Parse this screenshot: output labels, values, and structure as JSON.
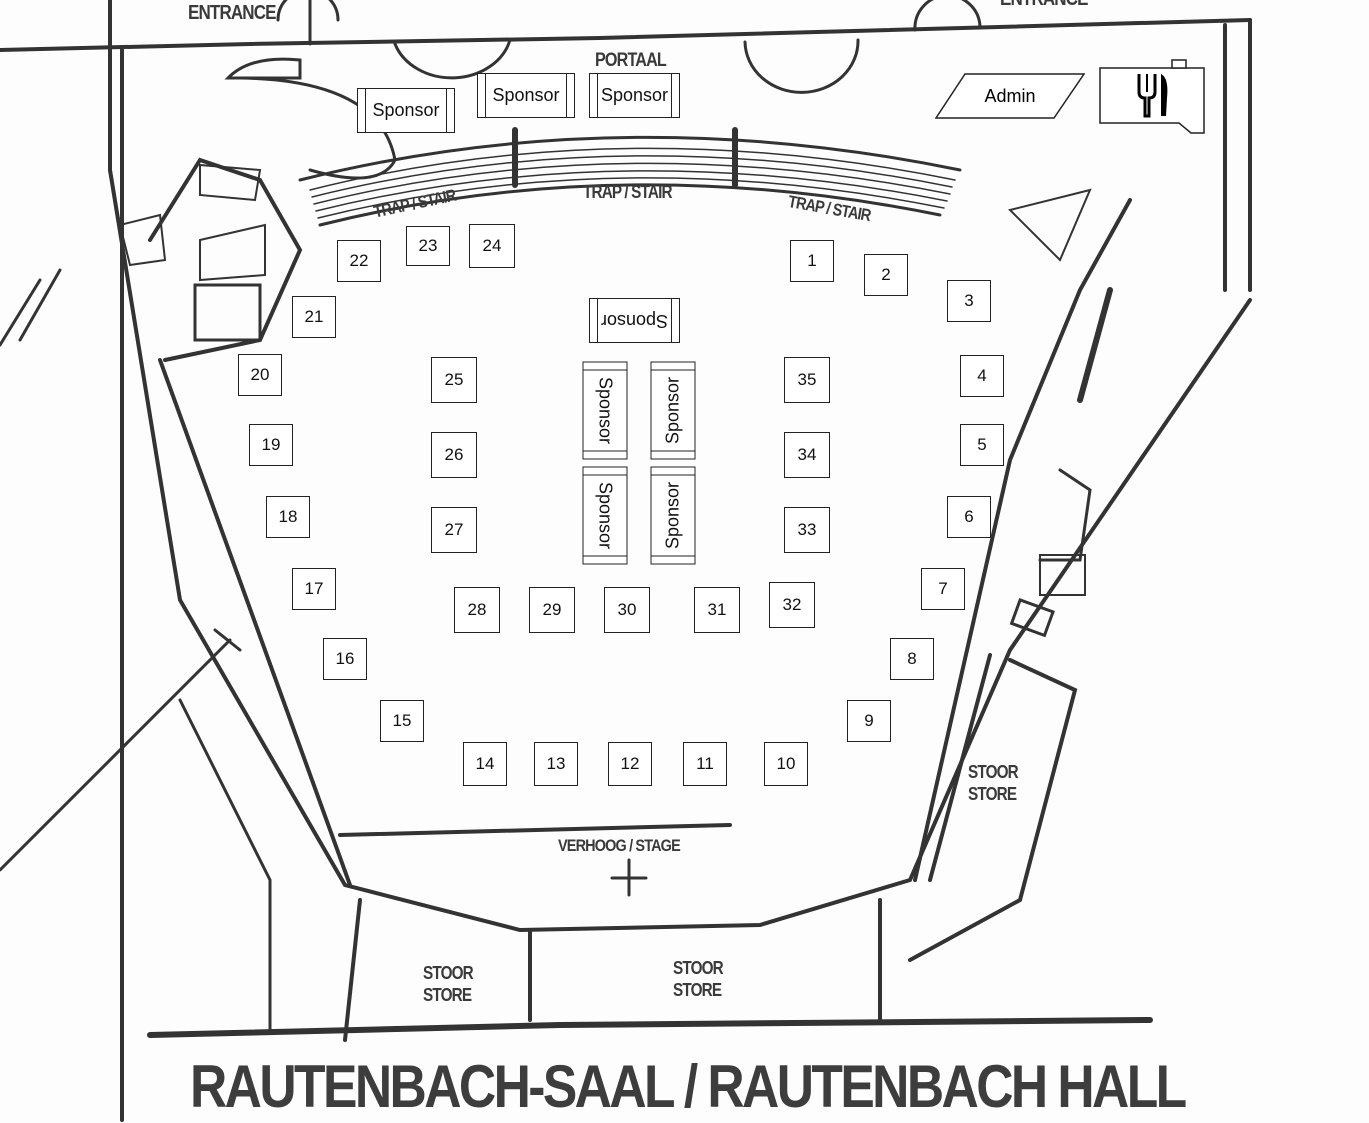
{
  "title": "RAUTENBACH-SAAL / RAUTENBACH HALL",
  "plan_labels": {
    "entrance_left": "ENTRANCE",
    "entrance_right": "ENTRANCE",
    "portaal": "PORTAAL",
    "stair_left": "TRAP / STAIR",
    "stair_center": "TRAP / STAIR",
    "stair_right": "TRAP / STAIR",
    "stage": "VERHOOG / STAGE",
    "store_right_1": "STOOR",
    "store_right_2": "STORE",
    "store_left_1": "STOOR",
    "store_left_2": "STORE",
    "store_mid_1": "STOOR",
    "store_mid_2": "STORE"
  },
  "admin_label": "Admin",
  "catering_icon": "fork-knife-icon",
  "sponsors": [
    "Sponsor",
    "Sponsor",
    "Sponsor",
    "Sponsor",
    "Sponsor",
    "Sponsor",
    "Sponsor",
    "Sponsor"
  ],
  "booths": [
    "1",
    "2",
    "3",
    "4",
    "5",
    "6",
    "7",
    "8",
    "9",
    "10",
    "11",
    "12",
    "13",
    "14",
    "15",
    "16",
    "17",
    "18",
    "19",
    "20",
    "21",
    "22",
    "23",
    "24",
    "25",
    "26",
    "27",
    "28",
    "29",
    "30",
    "31",
    "32",
    "33",
    "34",
    "35"
  ]
}
